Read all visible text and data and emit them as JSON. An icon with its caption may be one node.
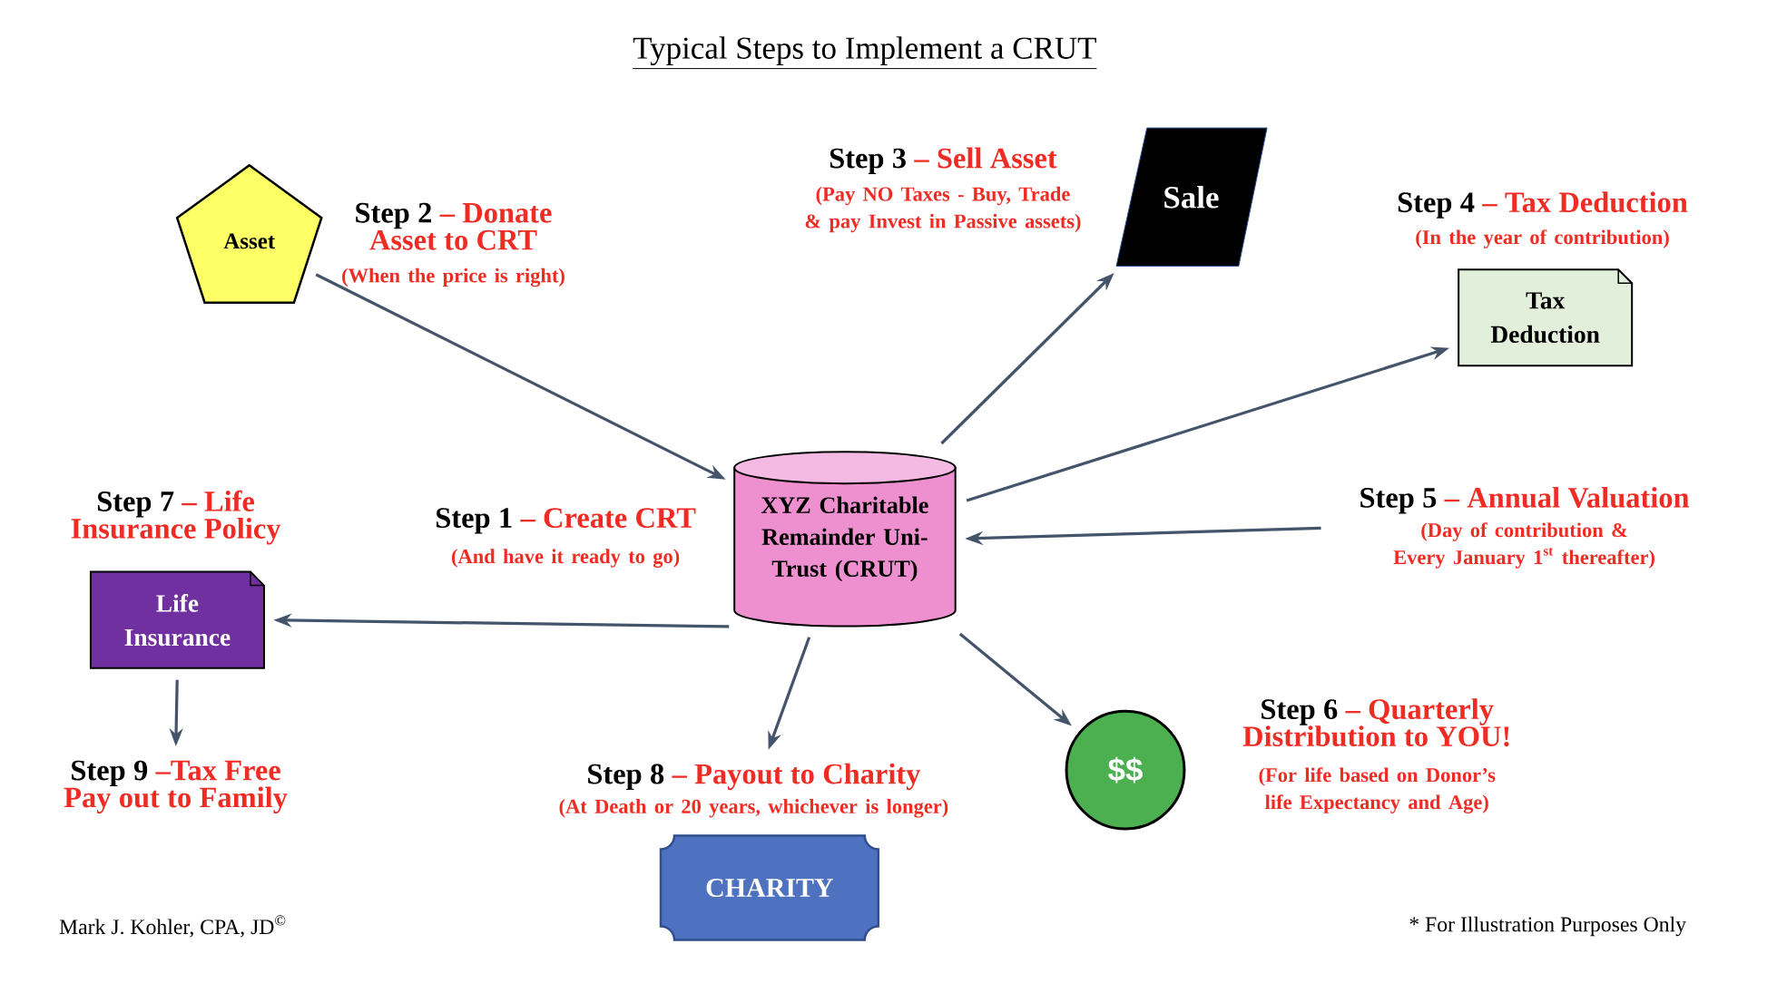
{
  "diagram": {
    "title": "Typical Steps to Implement a CRUT",
    "nodes": [
      {
        "text": [
          "Asset"
        ]
      },
      {
        "text": [
          "Sale"
        ]
      },
      {
        "text": [
          "Tax Deduction"
        ]
      },
      {
        "text": [
          "XYZ Charitable Remainder Uni-Trust (CRUT)"
        ]
      },
      {
        "text": [
          "Life Insurance"
        ]
      },
      {
        "text": [
          "$$"
        ]
      },
      {
        "text": [
          "Step 8",
          "– Payout to Charity",
          "(At Death or 20 years, whichever is longer)"
        ]
      },
      {
        "text": [
          "CHARITY"
        ]
      },
      {
        "text": [
          "Step 5",
          "– Annual Valuation",
          "(Day of contribution & Every January 1$^{st}$ thereafter)"
        ]
      },
      {
        "text": [
          "Step 9",
          "–Tax Free Pay out to Family"
        ]
      }
    ],
    "edges": [
      {
        "from": 0,
        "to": 3,
        "arrow": "to"
      },
      {
        "from": 3,
        "to": 1,
        "arrow": "to"
      },
      {
        "from": 3,
        "to": 2,
        "arrow": "to"
      },
      {
        "from": 8,
        "to": 3,
        "arrow": "to"
      },
      {
        "from": 3,
        "to": 4,
        "arrow": "to"
      },
      {
        "from": 3,
        "to": 5,
        "arrow": "to"
      },
      {
        "from": 3,
        "to": 6,
        "arrow": "to"
      },
      {
        "from": 4,
        "to": 9,
        "arrow": "to"
      }
    ],
    "labels": [
      "Step 3",
      "– Sell Asset",
      "(Pay NO Taxes - Buy, Trade & pay Invest in Passive assets)",
      "Step 2",
      "– Donate Asset to CRT",
      "(When the price is right)",
      "Step 4",
      "– Tax Deduction",
      "(In the year of contribution)",
      "Step 7",
      "– Life Insurance Policy",
      "Step 1",
      "– Create CRT",
      "(And have it ready to go)",
      "Step 6",
      "– Quarterly Distribution to YOU!",
      "(For life based on Donor’s life Expectancy and Age)",
      "Mark J. Kohler, CPA, JD$^{©}$",
      "* For Illustration Purposes Only"
    ]
  }
}
